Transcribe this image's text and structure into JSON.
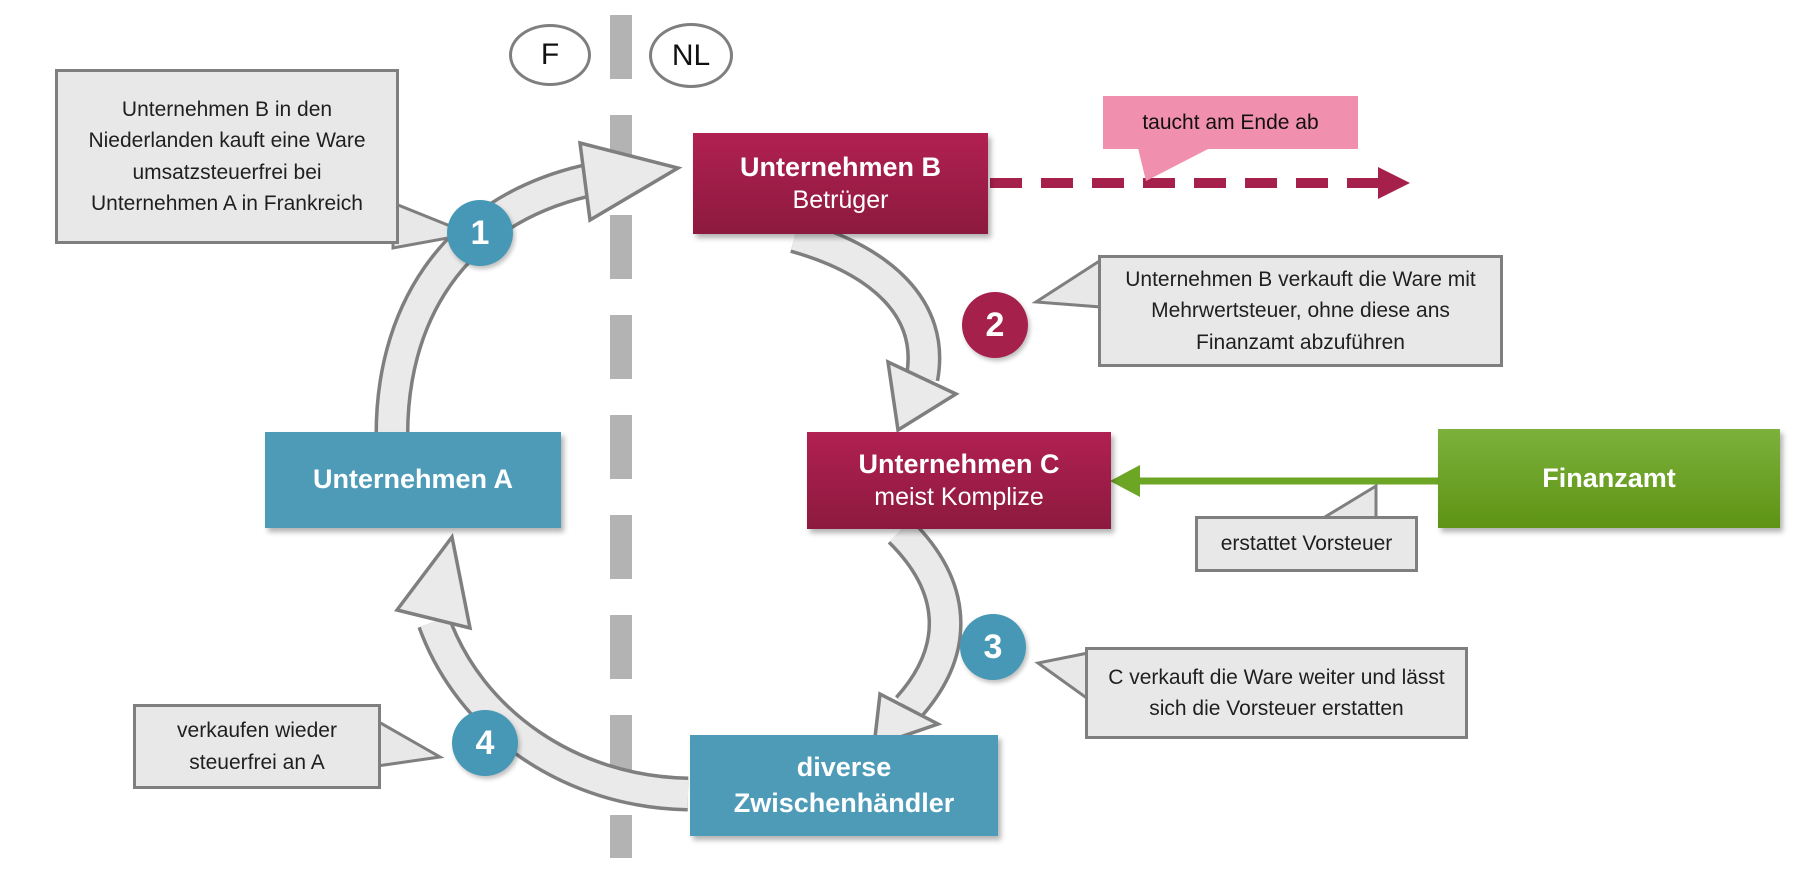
{
  "countries": {
    "left": "F",
    "right": "NL"
  },
  "boxes": {
    "company_a": {
      "title": "Unternehmen A"
    },
    "company_b": {
      "title": "Unternehmen B",
      "subtitle": "Betrüger"
    },
    "company_c": {
      "title": "Unternehmen C",
      "subtitle": "meist Komplize"
    },
    "intermediaries": {
      "line1": "diverse",
      "line2": "Zwischenhändler"
    },
    "tax_office": {
      "title": "Finanzamt"
    }
  },
  "steps": [
    {
      "number": "1",
      "text": "Unternehmen B in den Niederlanden kauft eine Ware umsatzsteuerfrei bei Unternehmen A in Frankreich"
    },
    {
      "number": "2",
      "text": "Unternehmen B verkauft die Ware mit Mehrwertsteuer, ohne diese ans Finanzamt abzuführen"
    },
    {
      "number": "3",
      "text": "C verkauft die Ware weiter und lässt sich die Vorsteuer erstatten"
    },
    {
      "number": "4",
      "text": "verkaufen wieder steuerfrei an A"
    }
  ],
  "notes": {
    "disappears": "taucht am Ende ab",
    "refund": "erstattet Vorsteuer"
  },
  "colors": {
    "teal": "#4e9bb8",
    "crimson": "#a6204c",
    "crimson_dark": "#8c1a3e",
    "green": "#6da525",
    "pink": "#f18fae",
    "callout_gray": "#e8e8e8",
    "border_gray": "#7f7f7f",
    "divider_gray": "#b3b3b3",
    "arrow_fill": "#eaeaea"
  }
}
